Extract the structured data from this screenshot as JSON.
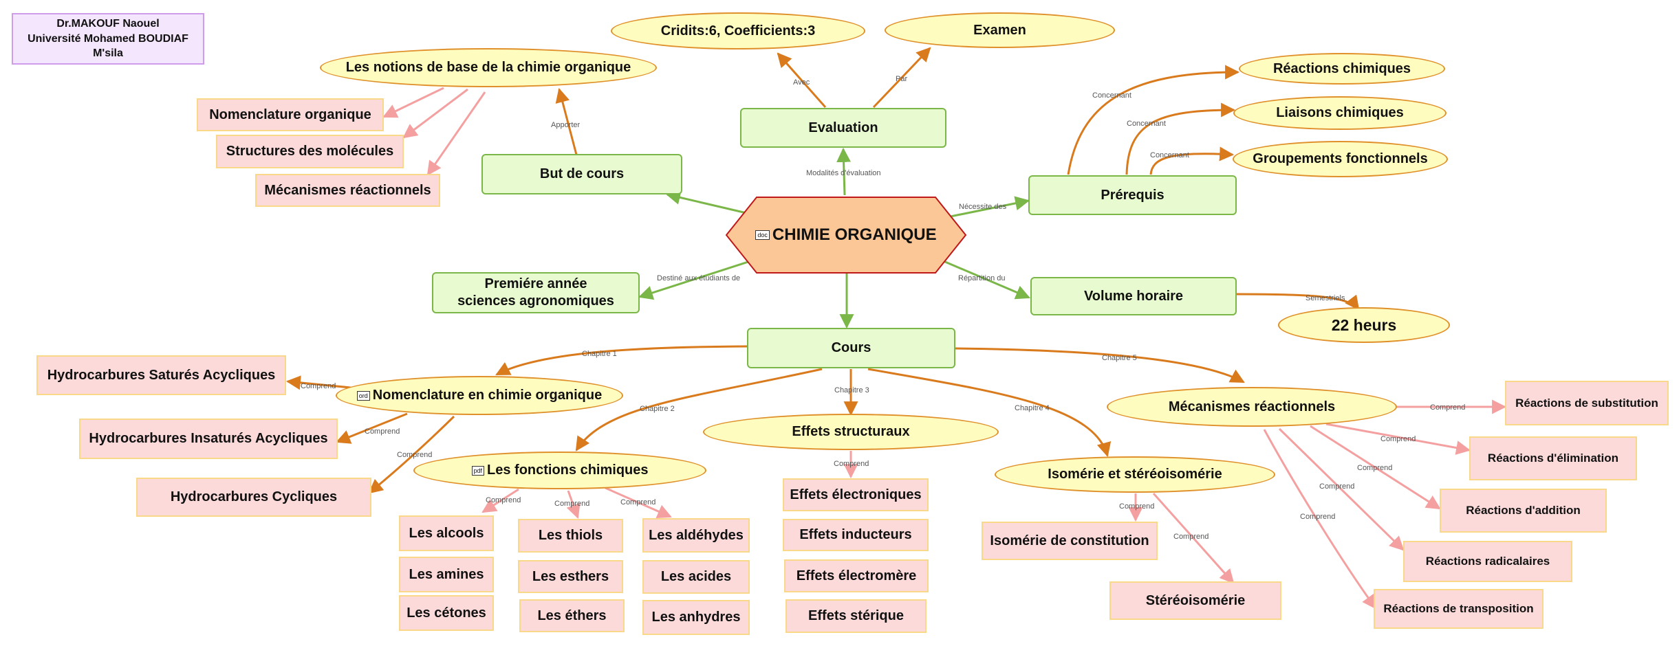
{
  "author": {
    "line1": "Dr.MAKOUF Naouel",
    "line2": "Université Mohamed BOUDIAF",
    "line3": "M'sila"
  },
  "center": {
    "badge": "doc",
    "title": "CHIMIE ORGANIQUE"
  },
  "nodes": {
    "evaluation": "Evaluation",
    "credits": "Cridits:6, Coefficients:3",
    "examen": "Examen",
    "but": "But de cours",
    "notions": "Les notions de base de la chimie organique",
    "nomenclature_org": "Nomenclature organique",
    "structures": "Structures des molécules",
    "mecanismes_react": "Mécanismes réactionnels",
    "prerequis": "Prérequis",
    "reactions_chim": "Réactions chimiques",
    "liaisons": "Liaisons chimiques",
    "groupements": "Groupements fonctionnels",
    "premiere_annee": "Premiére année sciences agronomiques",
    "volume": "Volume horaire",
    "hours": "22 heurs",
    "cours": "Cours",
    "nomenclature_chim": "Nomenclature en chimie organique",
    "nomenclature_badge": "ord",
    "hsa": "Hydrocarbures Saturés Acycliques",
    "hia": "Hydrocarbures Insaturés Acycliques",
    "hc": "Hydrocarbures Cycliques",
    "fonctions": "Les fonctions chimiques",
    "fonctions_badge": "pdf",
    "alcools": "Les alcools",
    "amines": "Les amines",
    "cetones": "Les cétones",
    "thiols": "Les thiols",
    "esthers": "Les esthers",
    "ethers": "Les éthers",
    "aldehydes": "Les aldéhydes",
    "acides": "Les acides",
    "anhydres": "Les anhydres",
    "effets_struct": "Effets structuraux",
    "effets_elec": "Effets électroniques",
    "effets_induc": "Effets inducteurs",
    "effets_electromere": "Effets électromère",
    "effets_sterique": "Effets stérique",
    "isomerie": "Isomérie et stéréoisomérie",
    "isomerie_const": "Isomérie de constitution",
    "stereo": "Stéréoisomérie",
    "mecanismes": "Mécanismes réactionnels",
    "substitution": "Réactions de substitution",
    "elimination": "Réactions d'élimination",
    "addition": "Réactions d'addition",
    "radicalaires": "Réactions radicalaires",
    "transposition": "Réactions de transposition"
  },
  "edge_labels": {
    "avec": "Avec",
    "par": "Par",
    "modalites": "Modalités d'évaluation",
    "apporter": "Apporter",
    "necessite": "Nécessite des",
    "concernant": "Concernant",
    "destine": "Destiné aux étudiants de",
    "repartition": "Répartition du",
    "semestriels": "Semestriels",
    "comprend": "Comprend",
    "chapitre1": "Chapitre 1",
    "chapitre2": "Chapitre 2",
    "chapitre3": "Chapitre 3",
    "chapitre4": "Chapitre 4",
    "chapitre5": "Chapitre 5"
  },
  "colors": {
    "green": "#7ab648",
    "orange": "#d97a1c",
    "pink": "#f4a0a0",
    "center_fill": "#fcc796",
    "center_border": "#c01818"
  }
}
